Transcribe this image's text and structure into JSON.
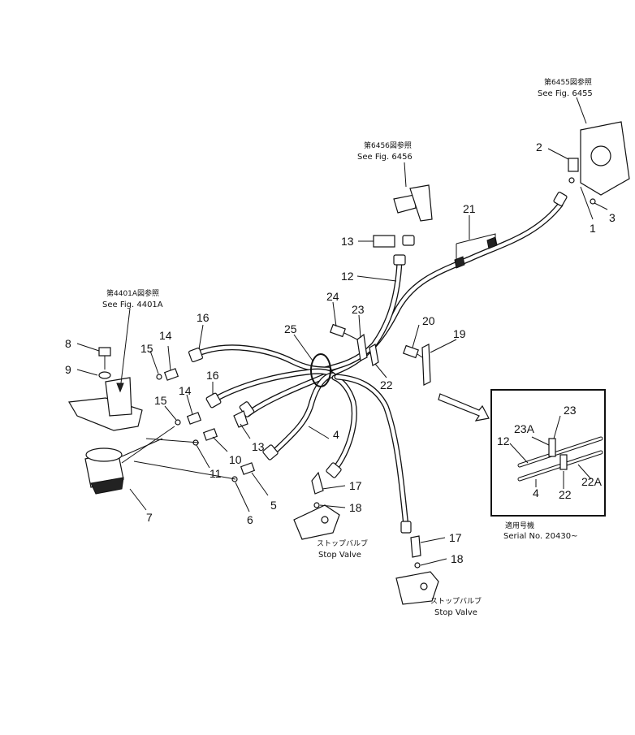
{
  "references": {
    "fig_6455_jp": "第6455図参照",
    "fig_6455_en": "See Fig. 6455",
    "fig_6456_jp": "第6456図参照",
    "fig_6456_en": "See Fig. 6456",
    "fig_4401a_jp": "第4401A図参照",
    "fig_4401a_en": "See Fig. 4401A"
  },
  "stop_valve_left": {
    "jp": "ストップバルブ",
    "en": "Stop Valve"
  },
  "stop_valve_right": {
    "jp": "ストップバルブ",
    "en": "Stop Valve"
  },
  "inset": {
    "labels": [
      "12",
      "23A",
      "23",
      "4",
      "22",
      "22A"
    ],
    "caption_jp": "適用号機",
    "caption_en": "Serial No. 20430~"
  },
  "part_numbers": {
    "p1": "1",
    "p2": "2",
    "p3": "3",
    "p4": "4",
    "p5": "5",
    "p6": "6",
    "p7": "7",
    "p8": "8",
    "p9": "9",
    "p10": "10",
    "p11": "11",
    "p12": "12",
    "p13a": "13",
    "p13b": "13",
    "p14a": "14",
    "p14b": "14",
    "p15a": "15",
    "p15b": "15",
    "p16a": "16",
    "p16b": "16",
    "p17a": "17",
    "p17b": "17",
    "p18a": "18",
    "p18b": "18",
    "p19": "19",
    "p20": "20",
    "p21": "21",
    "p22": "22",
    "p23": "23",
    "p24": "24",
    "p25": "25"
  }
}
